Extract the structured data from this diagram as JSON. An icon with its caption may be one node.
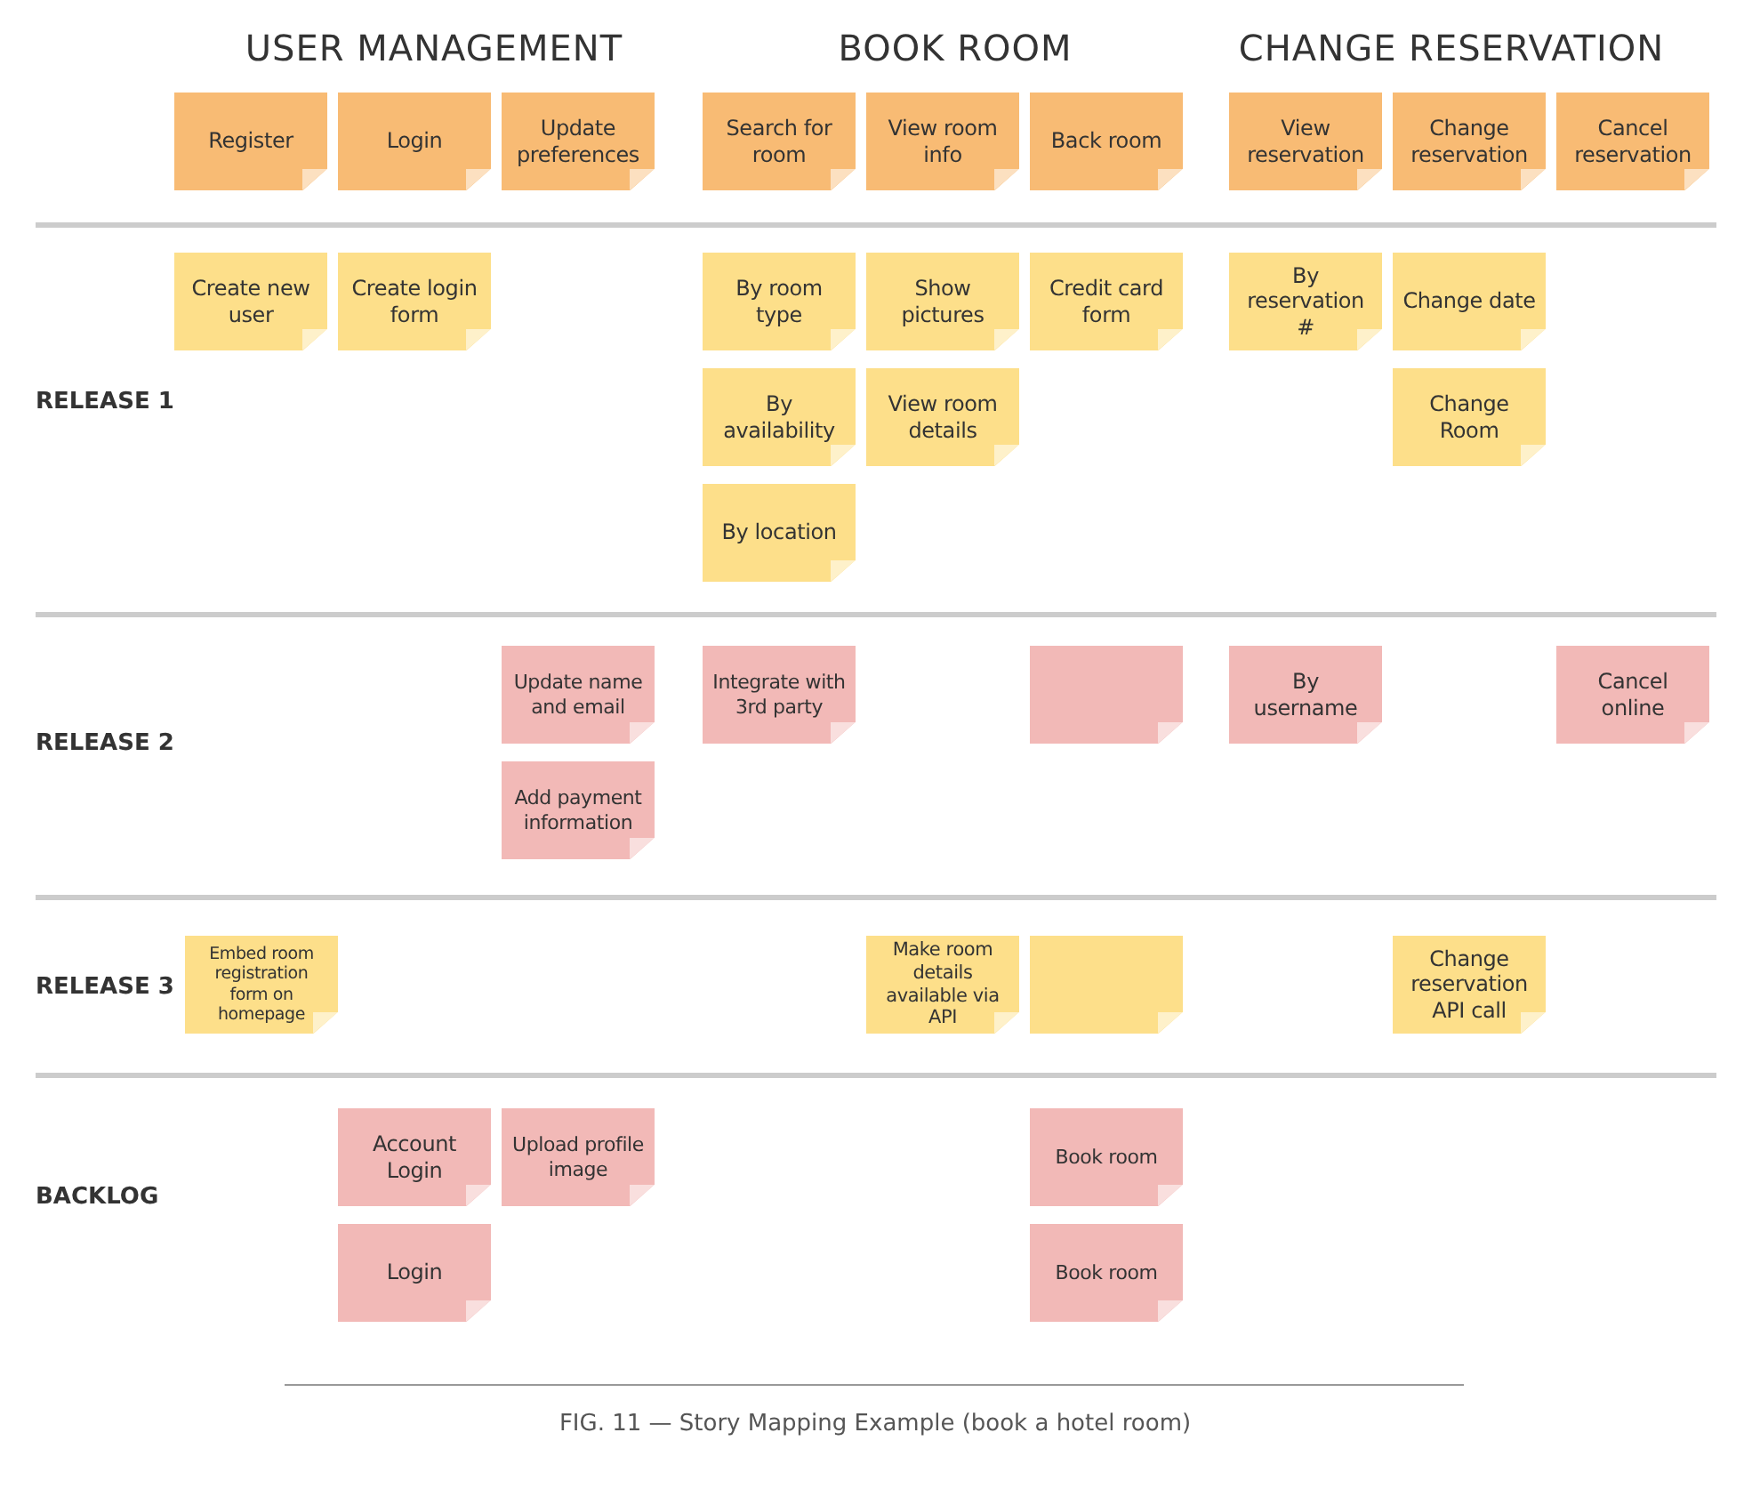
{
  "diagram": {
    "caption": "FIG. 11 — Story Mapping Example (book a hotel room)",
    "nodes": [
      {
        "text": [
          "Register"
        ]
      },
      {
        "text": [
          "Login"
        ]
      },
      {
        "text": [
          "Update preferences"
        ]
      },
      {
        "text": [
          "Search for room"
        ]
      },
      {
        "text": [
          "View room info"
        ]
      },
      {
        "text": [
          "Back room"
        ]
      },
      {
        "text": [
          "View reservation"
        ]
      },
      {
        "text": [
          "Change reservation"
        ]
      },
      {
        "text": [
          "Cancel reservation"
        ]
      },
      {
        "text": [
          "Create new user"
        ]
      },
      {
        "text": [
          "Create login form"
        ]
      },
      {
        "text": [
          "By room type"
        ]
      },
      {
        "text": [
          "Show pictures"
        ]
      },
      {
        "text": [
          "Credit card form"
        ]
      },
      {
        "text": [
          "By reservation #"
        ]
      },
      {
        "text": [
          "Change date"
        ]
      },
      {
        "text": [
          "By availability"
        ]
      },
      {
        "text": [
          "View room details"
        ]
      },
      {
        "text": [
          "Change Room"
        ]
      },
      {
        "text": [
          "By location"
        ]
      },
      {
        "text": [
          "Update name and email"
        ]
      },
      {
        "text": [
          "Integrate with 3rd party"
        ]
      },
      {
        "text": [],
        "shape": "box"
      },
      {
        "text": [
          "By username"
        ]
      },
      {
        "text": [
          "Cancel online"
        ]
      },
      {
        "text": [
          "Add payment information"
        ]
      },
      {
        "text": [
          "Embed room registration form on homepage"
        ]
      },
      {
        "text": [
          "Make room details available via API"
        ]
      },
      {
        "text": [],
        "shape": "box"
      },
      {
        "text": [
          "Change reservation API call"
        ]
      },
      {
        "text": [
          "Account Login"
        ]
      },
      {
        "text": [
          "Upload profile image"
        ]
      },
      {
        "text": [
          "Book room"
        ]
      },
      {
        "text": [
          "Login"
        ]
      },
      {
        "text": [
          "Book room"
        ]
      }
    ],
    "labels": [
      "USER MANAGEMENT",
      "BOOK ROOM",
      "CHANGE RESERVATION",
      "RELEASE 1",
      "RELEASE 2",
      "RELEASE 3",
      "BACKLOG"
    ]
  }
}
